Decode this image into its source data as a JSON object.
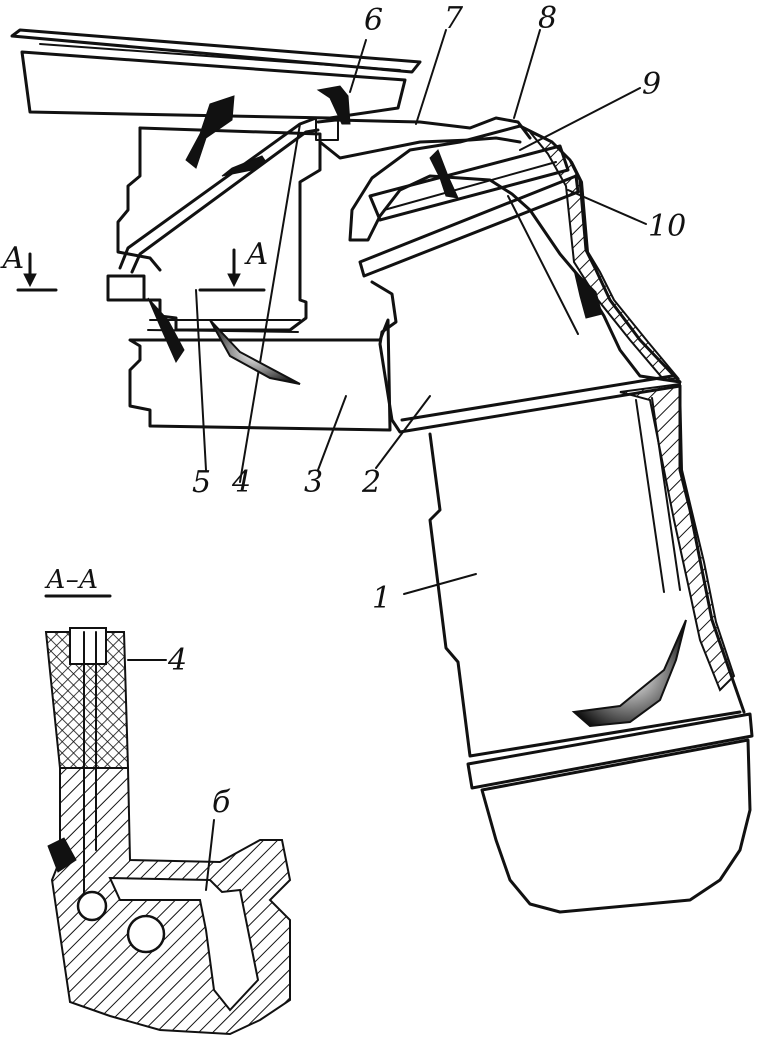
{
  "labels": {
    "l1": "1",
    "l2": "2",
    "l3": "3",
    "l4": "4",
    "l5": "5",
    "l6": "6",
    "l7": "7",
    "l8": "8",
    "l9": "9",
    "l10": "10",
    "l4_section": "4",
    "l6_section": "б"
  },
  "section": {
    "title": "А–А",
    "marker_left": "А",
    "marker_right": "А"
  }
}
